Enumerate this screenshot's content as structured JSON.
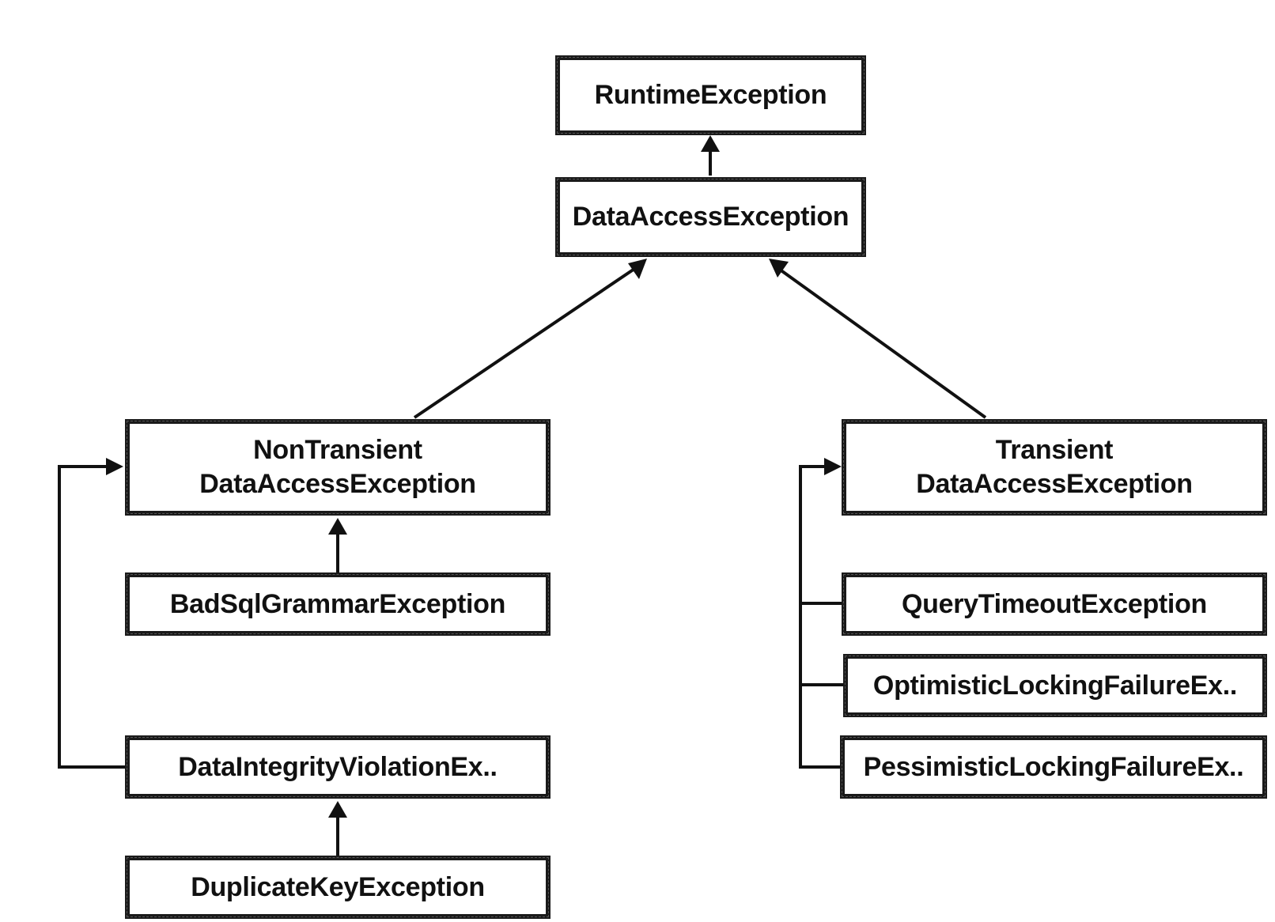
{
  "colors": {
    "stroke": "#111111",
    "background": "#ffffff"
  },
  "nodes": {
    "runtime": {
      "label": "RuntimeException"
    },
    "data_access": {
      "label": "DataAccessException"
    },
    "non_transient": {
      "label": "NonTransient\nDataAccessException"
    },
    "transient": {
      "label": "Transient\nDataAccessException"
    },
    "bad_sql_grammar": {
      "label": "BadSqlGrammarException"
    },
    "data_integrity": {
      "label": "DataIntegrityViolationEx.."
    },
    "duplicate_key": {
      "label": "DuplicateKeyException"
    },
    "query_timeout": {
      "label": "QueryTimeoutException"
    },
    "optimistic_locking": {
      "label": "OptimisticLockingFailureEx.."
    },
    "pessimistic_locking": {
      "label": "PessimisticLockingFailureEx.."
    }
  },
  "edges": [
    {
      "from": "data_access",
      "to": "runtime"
    },
    {
      "from": "non_transient",
      "to": "data_access"
    },
    {
      "from": "transient",
      "to": "data_access"
    },
    {
      "from": "bad_sql_grammar",
      "to": "non_transient"
    },
    {
      "from": "data_integrity",
      "to": "non_transient"
    },
    {
      "from": "duplicate_key",
      "to": "data_integrity"
    },
    {
      "from": "query_timeout",
      "to": "transient"
    },
    {
      "from": "optimistic_locking",
      "to": "transient"
    },
    {
      "from": "pessimistic_locking",
      "to": "transient"
    }
  ]
}
